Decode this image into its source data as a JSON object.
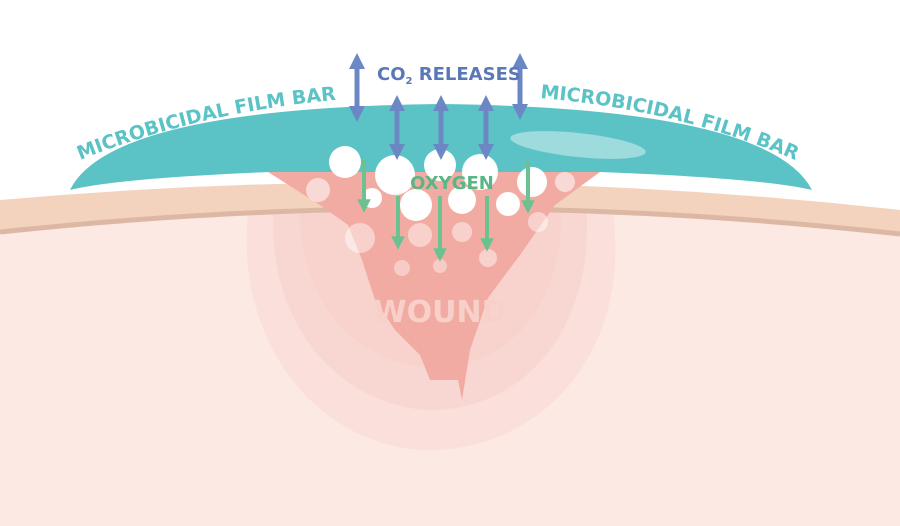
{
  "labels": {
    "barrier_left": "MICROBICIDAL FILM BARRIER",
    "barrier_right": "MICROBICIDAL FILM BARRIER",
    "co2_main": "CO",
    "co2_sub": "2",
    "co2_rest": " RELEASES",
    "oxygen": "OXYGEN",
    "wound": "WOUND"
  },
  "colors": {
    "film": "#5bc3c6",
    "film_highlight": "#a9dfe0",
    "skin_surface": "#f3d3bd",
    "skin_edge": "#dcb8a4",
    "tissue": "#fce9e4",
    "wound": "#f2aba2",
    "wound_halo": "#f7cfc8",
    "co2_arrow": "#6b88c5",
    "co2_text": "#5a78b8",
    "oxygen_arrow": "#6cc191",
    "oxygen_text": "#5cb585",
    "bubble": "#ffffff",
    "wound_text": "#f7d0c9"
  },
  "icons": {
    "co2_arrow": "double-headed-arrow",
    "oxygen_arrow": "down-arrow",
    "bubble": "circle"
  }
}
